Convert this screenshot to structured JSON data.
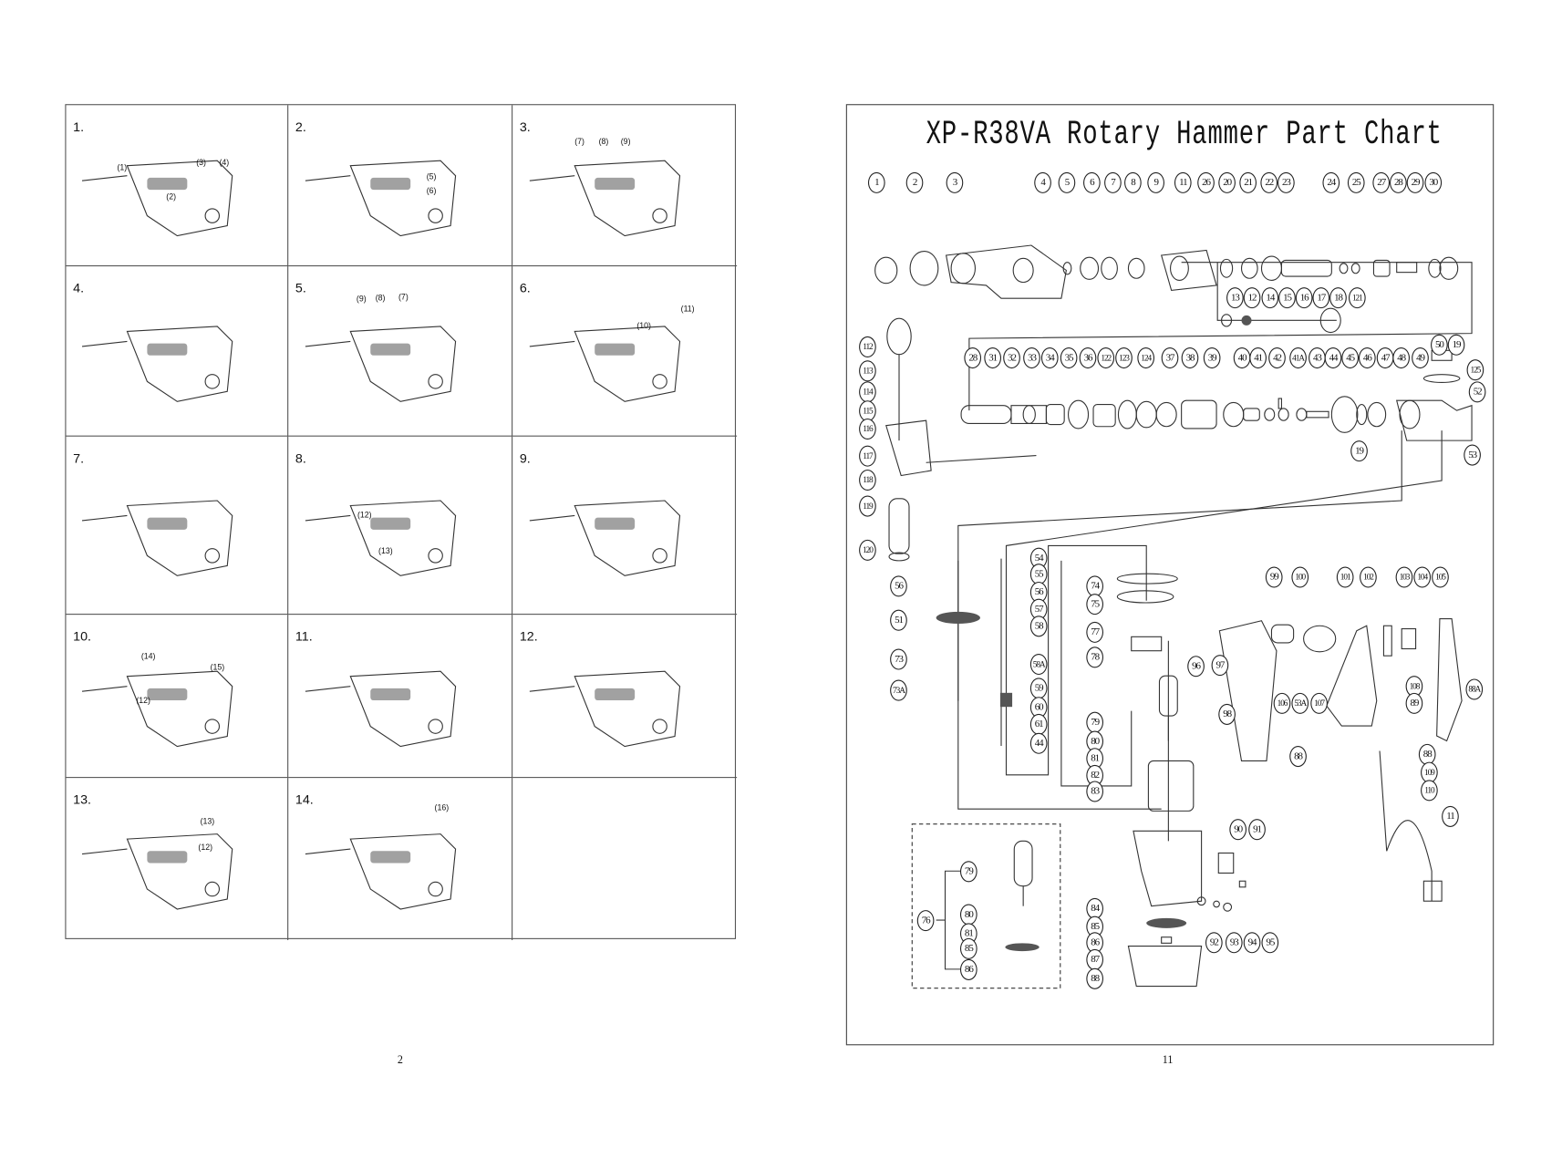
{
  "left_page": {
    "page_number": "2",
    "cells": [
      {
        "step": "1.",
        "callouts": [
          "(1)",
          "(2)",
          "(3)",
          "(4)"
        ]
      },
      {
        "step": "2.",
        "callouts": [
          "(5)",
          "(6)"
        ]
      },
      {
        "step": "3.",
        "callouts": [
          "(7)",
          "(8)",
          "(9)"
        ]
      },
      {
        "step": "4.",
        "callouts": []
      },
      {
        "step": "5.",
        "callouts": [
          "(9)",
          "(8)",
          "(7)"
        ]
      },
      {
        "step": "6.",
        "callouts": [
          "(11)",
          "(10)"
        ]
      },
      {
        "step": "7.",
        "callouts": []
      },
      {
        "step": "8.",
        "callouts": [
          "(12)",
          "(13)"
        ]
      },
      {
        "step": "9.",
        "callouts": []
      },
      {
        "step": "10.",
        "callouts": [
          "(14)",
          "(15)",
          "(12)"
        ]
      },
      {
        "step": "11.",
        "callouts": []
      },
      {
        "step": "12.",
        "callouts": []
      },
      {
        "step": "13.",
        "callouts": [
          "(13)",
          "(12)"
        ]
      },
      {
        "step": "14.",
        "callouts": [
          "(16)"
        ]
      },
      {
        "step": "",
        "callouts": []
      }
    ]
  },
  "right_page": {
    "page_number": "11",
    "title": "XP-R38VA Rotary Hammer Part Chart",
    "part_labels": [
      "1",
      "2",
      "3",
      "4",
      "5",
      "6",
      "7",
      "8",
      "9",
      "11",
      "26",
      "20",
      "21",
      "22",
      "23",
      "24",
      "25",
      "27",
      "28",
      "29",
      "30",
      "13",
      "12",
      "14",
      "15",
      "16",
      "17",
      "18",
      "121",
      "112",
      "113",
      "114",
      "115",
      "116",
      "117",
      "118",
      "119",
      "120",
      "28",
      "31",
      "32",
      "33",
      "34",
      "35",
      "36",
      "122",
      "123",
      "124",
      "37",
      "38",
      "39",
      "40",
      "41",
      "42",
      "41A",
      "43",
      "44",
      "45",
      "46",
      "47",
      "48",
      "49",
      "50",
      "19",
      "125",
      "52",
      "19",
      "53",
      "56",
      "51",
      "73",
      "73A",
      "54",
      "55",
      "56",
      "57",
      "58",
      "58A",
      "59",
      "60",
      "61",
      "44",
      "74",
      "75",
      "77",
      "78",
      "96",
      "97",
      "98",
      "79",
      "80",
      "81",
      "82",
      "83",
      "99",
      "100",
      "101",
      "102",
      "103",
      "104",
      "105",
      "106",
      "53A",
      "107",
      "108",
      "89",
      "88A",
      "88",
      "88",
      "109",
      "110",
      "11",
      "90",
      "91",
      "76",
      "79",
      "80",
      "81",
      "85",
      "86",
      "84",
      "85",
      "86",
      "87",
      "88",
      "92",
      "93",
      "94",
      "95"
    ]
  }
}
